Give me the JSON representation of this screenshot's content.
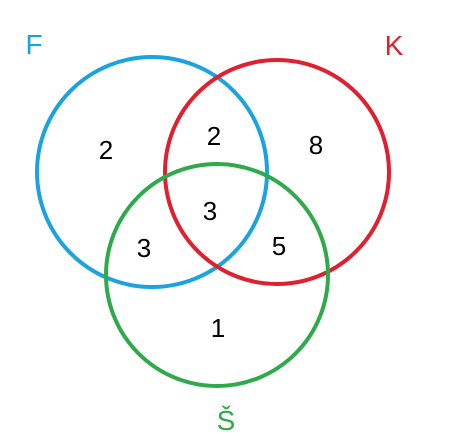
{
  "diagram": {
    "type": "venn-3",
    "sets": [
      {
        "label": "F",
        "color": "#1aa3e0"
      },
      {
        "label": "K",
        "color": "#e0202e"
      },
      {
        "label": "Š",
        "color": "#2faa4a"
      }
    ],
    "regions": {
      "f_only": "2",
      "f_and_k_only": "2",
      "k_only": "8",
      "all_three": "3",
      "f_and_s_only": "3",
      "k_and_s_only": "5",
      "s_only": "1"
    }
  }
}
